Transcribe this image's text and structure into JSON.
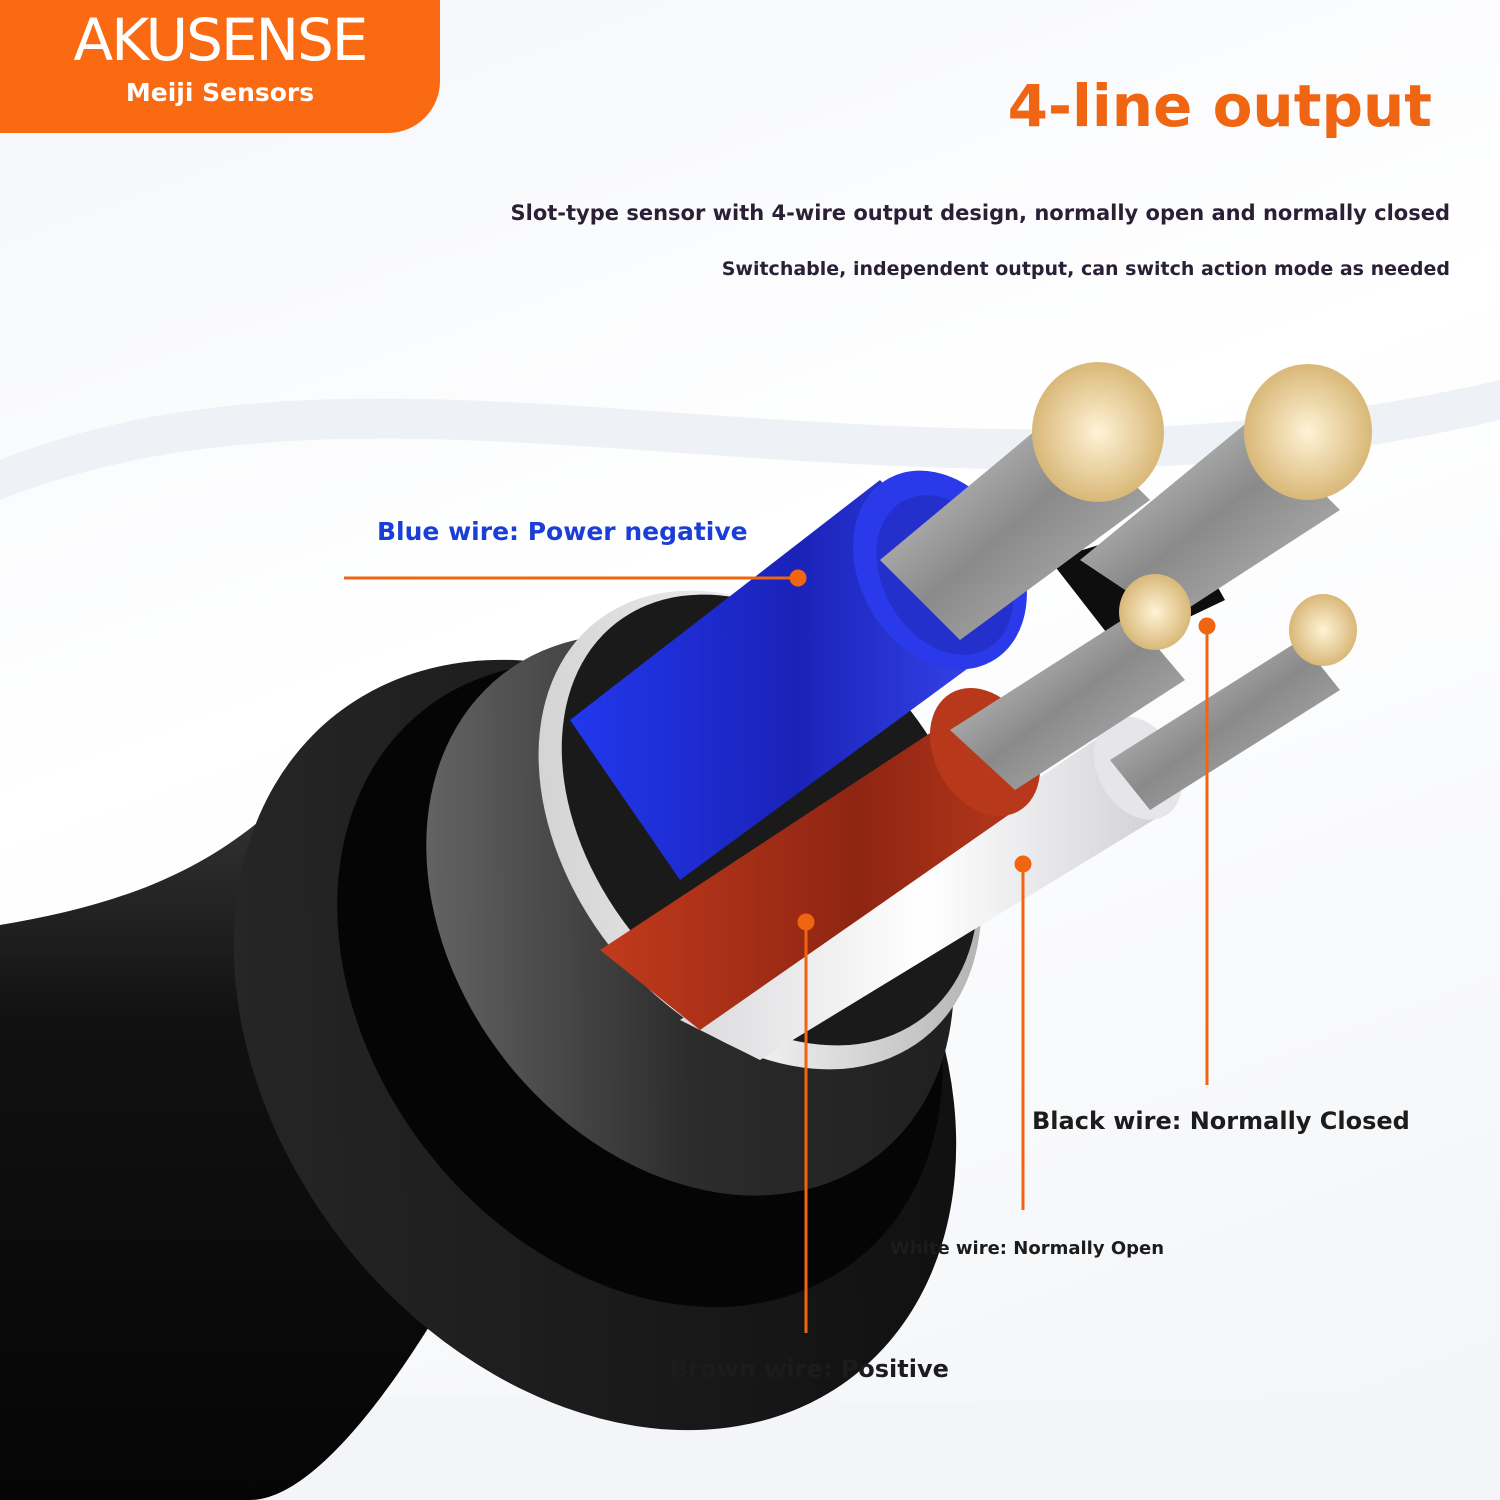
{
  "brand": {
    "name": "AKUSENSE",
    "subtitle": "Meiji Sensors",
    "accent_color": "#fa6a12"
  },
  "headline": "4-line output",
  "description": [
    "Slot-type sensor with 4-wire output design, normally open and normally closed",
    "Switchable, independent output, can switch action mode as needed"
  ],
  "wires": {
    "blue": {
      "label": "Blue wire: Power negative",
      "color": "#1f2fd8"
    },
    "black": {
      "label": "Black wire: Normally Closed",
      "color": "#111111"
    },
    "white": {
      "label": "White wire: Normally Open",
      "color": "#f2f2f2"
    },
    "brown": {
      "label": "Brown wire: Positive",
      "color": "#a8301a"
    }
  },
  "callout_color": "#f06512"
}
